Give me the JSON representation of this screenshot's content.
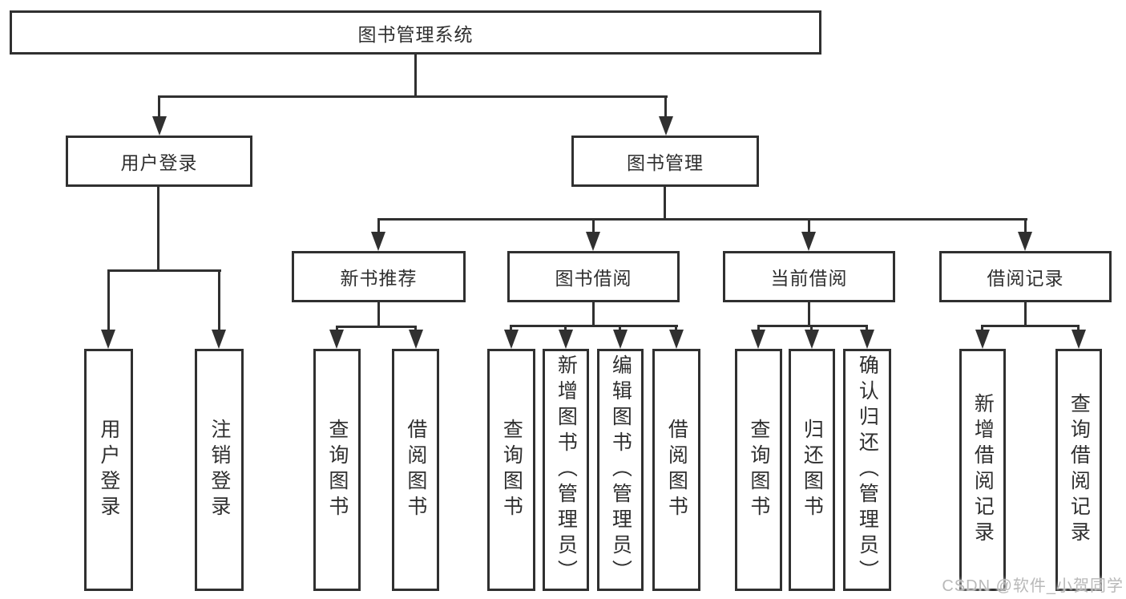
{
  "colors": {
    "line": "#303030",
    "text": "#2f2f2f",
    "box_background": "#ffffff",
    "page_background": "#ffffff",
    "watermark": "#b9b9b9"
  },
  "tree": {
    "root": "图书管理系统",
    "branches": [
      {
        "label": "用户登录",
        "children": [
          "用户登录",
          "注销登录"
        ]
      },
      {
        "label": "图书管理",
        "children": [
          {
            "label": "新书推荐",
            "children": [
              "查询图书",
              "借阅图书"
            ]
          },
          {
            "label": "图书借阅",
            "children": [
              "查询图书",
              "新增图书（管理员）",
              "编辑图书（管理员）",
              "借阅图书"
            ]
          },
          {
            "label": "当前借阅",
            "children": [
              "查询图书",
              "归还图书",
              "确认归还（管理员）"
            ]
          },
          {
            "label": "借阅记录",
            "children": [
              "新增借阅记录",
              "查询借阅记录"
            ]
          }
        ]
      }
    ]
  },
  "watermark": "CSDN @软件_小贺同学"
}
